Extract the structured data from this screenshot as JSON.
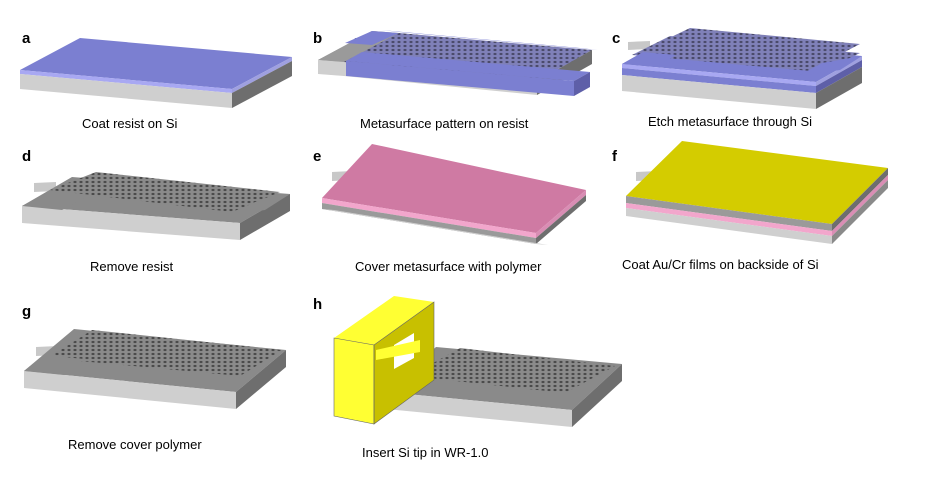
{
  "panels": [
    {
      "letter": "a",
      "caption": "Coat resist on Si"
    },
    {
      "letter": "b",
      "caption": "Metasurface pattern on resist"
    },
    {
      "letter": "c",
      "caption": "Etch metasurface through Si"
    },
    {
      "letter": "d",
      "caption": "Remove resist"
    },
    {
      "letter": "e",
      "caption": "Cover metasurface with polymer"
    },
    {
      "letter": "f",
      "caption": "Coat Au/Cr films on backside of Si"
    },
    {
      "letter": "g",
      "caption": "Remove cover polymer"
    },
    {
      "letter": "h",
      "caption": "Insert Si tip in WR-1.0"
    }
  ],
  "colors": {
    "resist": "#7b7fd1",
    "resist_edge": "#a8a8f2",
    "silicon_top": "#9a9a9a",
    "silicon_side": "#cfcfcf",
    "silicon_dark": "#6e6e6e",
    "polymer": "#cf7aa3",
    "polymer_edge": "#f2a6cc",
    "gold": "#d4cc00",
    "waveguide": "#ffff33"
  }
}
